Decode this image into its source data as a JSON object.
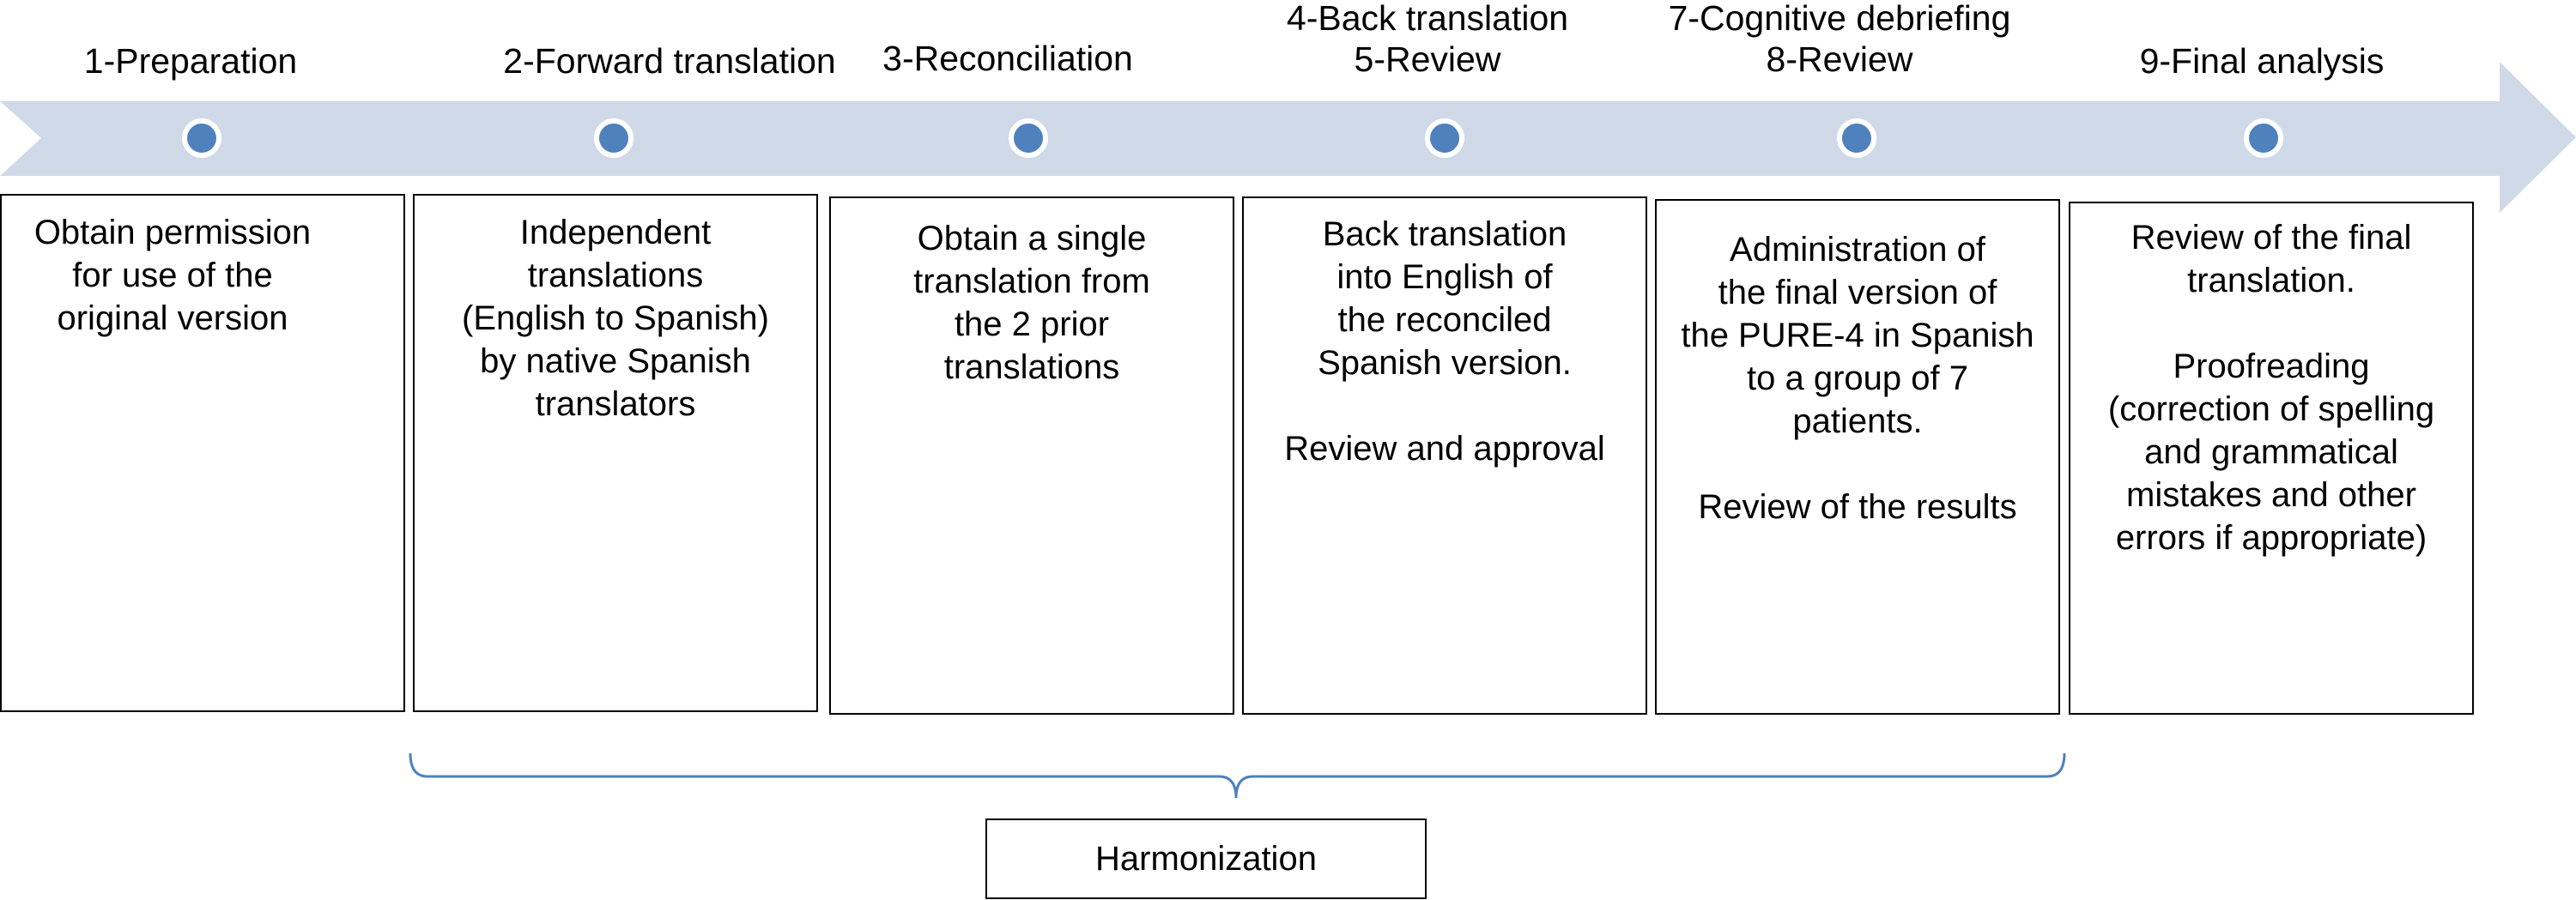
{
  "colors": {
    "arrow": "#d0d9e8",
    "dot": "#4f81bd",
    "dot_ring": "#ffffff",
    "brace": "#4f81bd",
    "box_border": "#000000"
  },
  "stages": [
    {
      "label_lines": [
        "1-Preparation"
      ],
      "text": "Obtain permission\nfor use of the\noriginal version"
    },
    {
      "label_lines": [
        "2-Forward translation"
      ],
      "text": "Independent\ntranslations\n(English to Spanish)\nby native Spanish\ntranslators"
    },
    {
      "label_lines": [
        "3-Reconciliation"
      ],
      "text": "Obtain a single\ntranslation from\nthe 2 prior\ntranslations"
    },
    {
      "label_lines": [
        "4-Back translation",
        "5-Review"
      ],
      "text": "Back translation\ninto English of\nthe reconciled\nSpanish version.\n\nReview and approval"
    },
    {
      "label_lines": [
        "7-Cognitive debriefing",
        "8-Review"
      ],
      "text": "Administration of\nthe final version of\nthe PURE-4 in Spanish\nto a group of 7\npatients.\n\nReview of the results"
    },
    {
      "label_lines": [
        "9-Final analysis"
      ],
      "text": "Review of the final\ntranslation.\n\nProofreading\n(correction of spelling\nand grammatical\nmistakes and other\nerrors if appropriate)"
    }
  ],
  "harmonization": "Harmonization"
}
